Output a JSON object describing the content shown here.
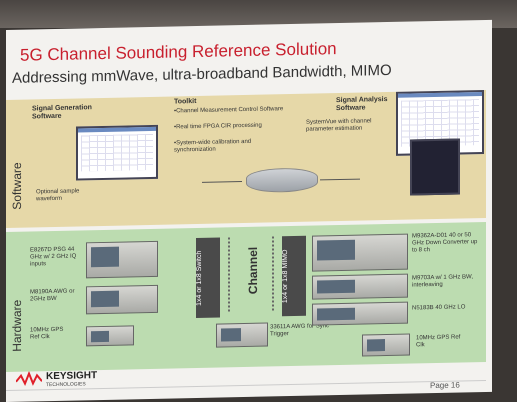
{
  "slide": {
    "title": "5G Channel Sounding Reference Solution",
    "subtitle": "Addressing mmWave, ultra-broadband Bandwidth, MIMO",
    "software_label": "Software",
    "hardware_label": "Hardware",
    "channel_label": "Channel",
    "page": "Page 16"
  },
  "software": {
    "siggen_title": "Signal Generation Software",
    "siggen_note": "Optional sample waveform",
    "toolkit_title": "Toolkit",
    "toolkit_items": [
      "•Channel Measurement Control Software",
      "•Real time FPGA CIR processing",
      "•System-wide calibration and synchronization"
    ],
    "analysis_title": "Signal Analysis Software",
    "analysis_note": "SystemVue with channel parameter estimation"
  },
  "hardware": {
    "psg": "E8267D PSG 44 GHz w/ 2 GHz IQ inputs",
    "awg": "M8190A AWG or 2GHz BW",
    "gps_left": "10MHz GPS Ref Clk",
    "switch_left": "1x4 or 1x8 Switch",
    "switch_right": "1x4 or 1x8 MIMO",
    "awg_trigger": "33611A AWG for Sync Trigger",
    "down_converter": "M9362A-D01 40 or 50 GHz Down Converter up to 8 ch",
    "digitizer": "M9703A w/ 1 GHz BW, interleaving",
    "lo": "N5183B 40 GHz LO",
    "gps_right": "10MHz GPS Ref Clk"
  },
  "brand": {
    "name": "KEYSIGHT",
    "sub": "TECHNOLOGIES"
  },
  "colors": {
    "title": "#c8202e",
    "software_band": "#e6d8a8",
    "hardware_band": "#bcdcb0",
    "logo": "#e0202a"
  }
}
